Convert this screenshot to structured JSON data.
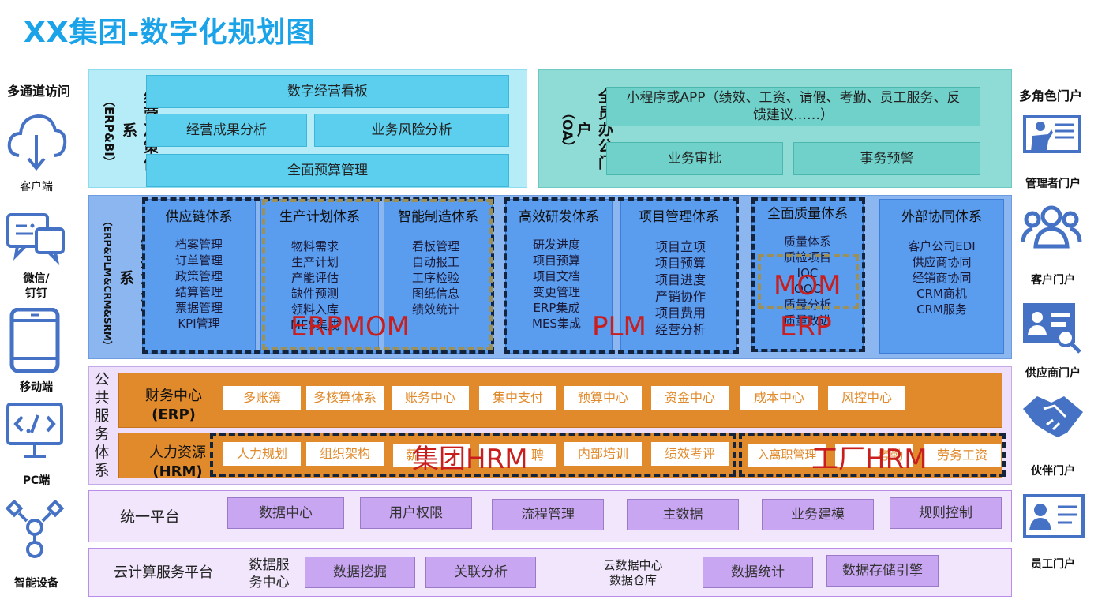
{
  "title": "XX集团-数字化规划图",
  "left": {
    "heading": "多通道访问",
    "items": [
      {
        "icon": "cloud-download-icon",
        "label": "客户端"
      },
      {
        "icon": "chat-icon",
        "label": "微信/\n钉钉"
      },
      {
        "icon": "tablet-icon",
        "label": "移动端"
      },
      {
        "icon": "monitor-code-icon",
        "label": "PC端"
      },
      {
        "icon": "network-icon",
        "label": "智能设备"
      }
    ]
  },
  "right": {
    "heading": "多角色门户",
    "items": [
      {
        "icon": "presenter-icon",
        "label": "管理者门户"
      },
      {
        "icon": "users-icon",
        "label": "客户门户"
      },
      {
        "icon": "id-search-icon",
        "label": "供应商门户"
      },
      {
        "icon": "handshake-icon",
        "label": "伙伴门户"
      },
      {
        "icon": "id-card-icon",
        "label": "员工门户"
      }
    ]
  },
  "decision": {
    "label": "经营决策体系",
    "sub": "（ERP&BI）",
    "boxes": [
      "数字经营看板",
      "经营成果分析",
      "业务风险分析",
      "全面预算管理"
    ]
  },
  "oa": {
    "label": "全员办公门户",
    "sub": "（OA）",
    "boxes": [
      "小程序或APP（绩效、工资、请假、考勤、员工服务、反馈建议……）",
      "业务审批",
      "事务预警"
    ]
  },
  "agile": {
    "label": "敏捷业务体系",
    "sub": "（ERP&PLM&CRM&SRM）",
    "columns": [
      {
        "title": "供应链体系",
        "items": [
          "档案管理",
          "订单管理",
          "政策管理",
          "结算管理",
          "票据管理",
          "KPI管理"
        ]
      },
      {
        "title": "生产计划体系",
        "items": [
          "物料需求",
          "生产计划",
          "产能评估",
          "缺件预测",
          "领料入库",
          "MES集成"
        ]
      },
      {
        "title": "智能制造体系",
        "items": [
          "看板管理",
          "自动报工",
          "工序检验",
          "图纸信息",
          "绩效统计"
        ]
      },
      {
        "title": "高效研发体系",
        "items": [
          "研发进度",
          "项目预算",
          "项目文档",
          "变更管理",
          "ERP集成",
          "MES集成"
        ]
      },
      {
        "title": "项目管理体系",
        "items": [
          "项目立项",
          "项目预算",
          "项目进度",
          "产销协作",
          "项目费用",
          "经营分析"
        ]
      },
      {
        "title": "全面质量体系",
        "items": [
          "质量体系",
          "质检项目",
          "IQC",
          "OQC",
          "质量分析",
          "质量改进"
        ]
      },
      {
        "title": "外部协同体系",
        "items": [
          "客户公司EDI",
          "供应商协同",
          "经销商协同",
          "CRM商机",
          "CRM服务"
        ]
      }
    ],
    "overlays": [
      "ERPMOM",
      "PLM",
      "MOM",
      "ERP"
    ]
  },
  "public": {
    "label": "公共服务体系",
    "finance": {
      "label": "财务中心",
      "sub": "(ERP)",
      "items": [
        "多账簿",
        "多核算体系",
        "账务中心",
        "集中支付",
        "预算中心",
        "资金中心",
        "成本中心",
        "风控中心"
      ]
    },
    "hr": {
      "label": "人力资源",
      "sub": "(HRM)",
      "items": [
        "人力规划",
        "组织架构",
        "薪",
        "聘",
        "内部培训",
        "绩效考评",
        "入离职管理",
        "考勤",
        "劳务工资"
      ]
    },
    "overlays": [
      "集团HRM",
      "工厂HRM"
    ]
  },
  "platform": {
    "label": "统一平台",
    "items": [
      "数据中心",
      "用户权限",
      "流程管理",
      "主数据",
      "业务建模",
      "规则控制"
    ]
  },
  "cloud": {
    "label": "云计算服务平台",
    "service": "数据服\n务中心",
    "items": [
      "数据挖掘",
      "关联分析",
      "数据统计",
      "数据存储引擎"
    ],
    "warehouse": "云数据中心\n数据仓库"
  },
  "colors": {
    "title": "#1aa3e8",
    "cyan": "#5ccfee",
    "teal": "#6fd1c9",
    "blue": "#5a9cee",
    "orange": "#e08a2b",
    "purple": "#c9a6f2",
    "red": "#c81e1e"
  }
}
